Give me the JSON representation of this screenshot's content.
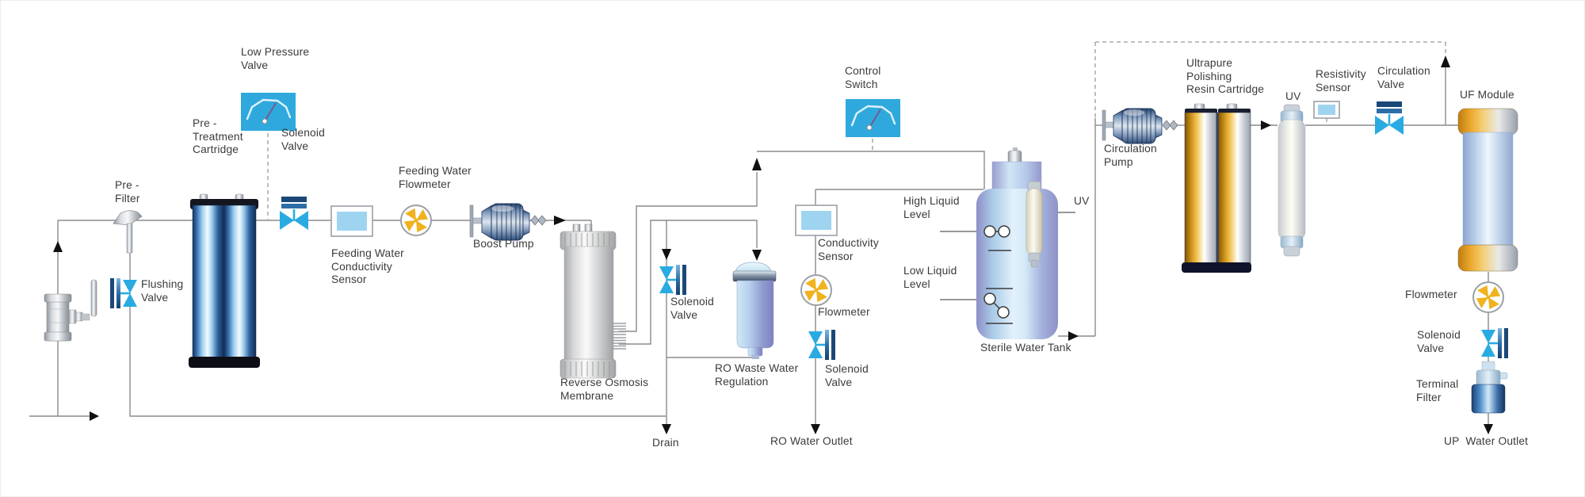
{
  "labels": {
    "pre_filter": "Pre -\nFilter",
    "flushing_valve": "Flushing\nValve",
    "pre_treatment_cartridge": "Pre -\nTreatment\nCartridge",
    "low_pressure_valve": "Low Pressure\nValve",
    "solenoid_valve_feed": "Solenoid\nValve",
    "feeding_water_conductivity_sensor": "Feeding Water\nConductivity\nSensor",
    "feeding_water_flowmeter": "Feeding Water\nFlowmeter",
    "boost_pump": "Boost Pump",
    "reverse_osmosis_membrane": "Reverse Osmosis\nMembrane",
    "solenoid_valve_drain": "Solenoid\nValve",
    "drain": "Drain",
    "ro_waste_water_regulation": "RO Waste Water\nRegulation",
    "control_switch": "Control\nSwitch",
    "conductivity_sensor": "Conductivity\nSensor",
    "flowmeter_ro": "Flowmeter",
    "solenoid_valve_ro": "Solenoid\nValve",
    "ro_water_outlet": "RO Water Outlet",
    "high_liquid_level": "High Liquid\nLevel",
    "low_liquid_level": "Low Liquid\nLevel",
    "uv_tank": "UV",
    "sterile_water_tank": "Sterile Water Tank",
    "circulation_pump": "Circulation\nPump",
    "ultrapure_polishing_resin_cartridge": "Ultrapure\nPolishing\nResin Cartridge",
    "uv_inline": "UV",
    "resistivity_sensor": "Resistivity\nSensor",
    "circulation_valve": "Circulation\nValve",
    "uf_module": "UF Module",
    "flowmeter_uf": "Flowmeter",
    "solenoid_valve_uf": "Solenoid\nValve",
    "terminal_filter": "Terminal\nFilter",
    "up_water_outlet": "UP  Water Outlet"
  },
  "colors": {
    "gauge_blue": "#2fa9dd",
    "valve_blue": "#29abe2",
    "coil_navy": "#1b4878",
    "flowmeter_yellow": "#f0b21e",
    "sensor_fill": "#9fd4f0",
    "pipe_gray": "#8c8c8c",
    "text_color": "#3b3b3b",
    "arrow_black": "#111111"
  }
}
